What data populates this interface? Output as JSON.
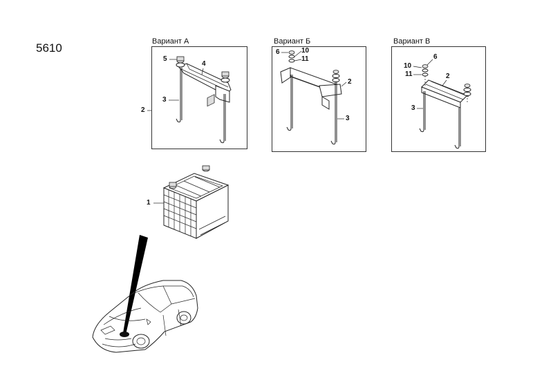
{
  "page": {
    "code": "5610"
  },
  "variants": [
    {
      "title": "Вариант А",
      "labels": {
        "part2": "2",
        "part3": "3",
        "part4": "4",
        "part5": "5"
      }
    },
    {
      "title": "Вариант Б",
      "labels": {
        "part6": "6",
        "part10": "10",
        "part11": "11",
        "part2": "2",
        "part3": "3"
      }
    },
    {
      "title": "Вариант В",
      "labels": {
        "part6": "6",
        "part10": "10",
        "part11": "11",
        "part2": "2",
        "part3": "3"
      }
    }
  ],
  "battery": {
    "label": "1"
  }
}
